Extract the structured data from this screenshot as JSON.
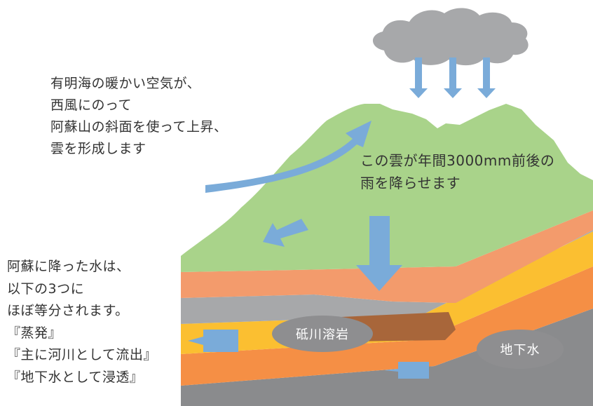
{
  "texts": {
    "wind": [
      "有明海の暖かい空気が、",
      "西風にのって",
      "阿蘇山の斜面を使って上昇、",
      "雲を形成します"
    ],
    "rain": [
      "この雲が年間3000mm前後の",
      "雨を降らせます"
    ],
    "split": [
      "阿蘇に降った水は、",
      "以下の3つに",
      "ほぼ等分されます。",
      "『蒸発』",
      "『主に河川として流出』",
      "『地下水として浸透』"
    ]
  },
  "labels": {
    "lava": "砥川溶岩",
    "groundwater": "地下水"
  },
  "colors": {
    "cloud": "#a7a8aa",
    "mountain": "#a9d38a",
    "orange_upper": "#f39b6c",
    "gray_layer": "#a7a8aa",
    "yellow_layer": "#fbbf31",
    "orange_layer": "#f58f45",
    "bedrock": "#8a8b8d",
    "lava_deposit": "#a8663a",
    "arrow": "#7aabd9",
    "label_ellipse": "#8e8e90"
  }
}
